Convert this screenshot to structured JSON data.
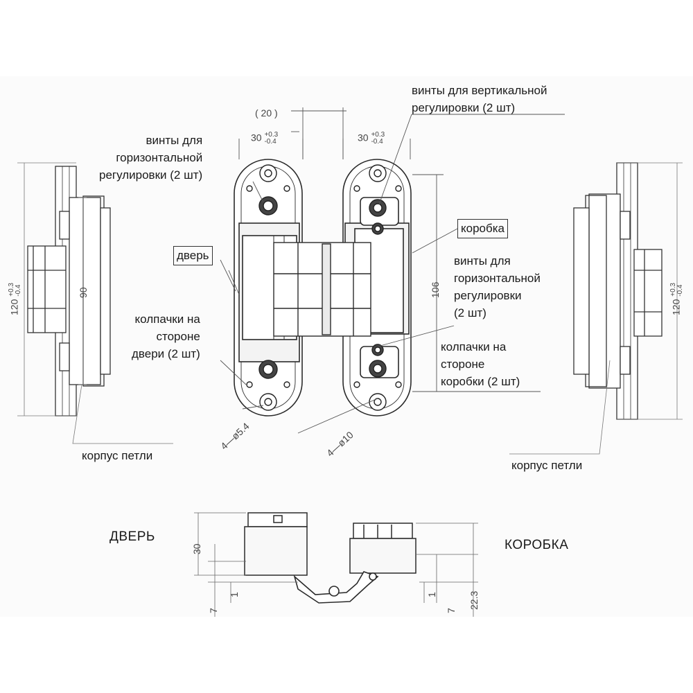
{
  "labels": {
    "vertical_screws": [
      "винты для вертикальной",
      "регулировки (2 шт)"
    ],
    "horizontal_screws_left": [
      "винты для",
      "горизонтальной",
      "регулировки (2 шт)"
    ],
    "door": "дверь",
    "frame": "коробка",
    "horizontal_screws_right": [
      "винты для",
      "горизонтальной",
      "регулировки",
      "(2 шт)"
    ],
    "caps_door": [
      "колпачки на",
      "стороне",
      "двери (2 шт)"
    ],
    "caps_frame": [
      "колпачки на",
      "стороне",
      "коробки (2 шт)"
    ],
    "housing_left": "корпус петли",
    "housing_right": "корпус петли",
    "door_caps": "ДВЕРЬ",
    "frame_caps": "КОРОБКА"
  },
  "dimensions": {
    "width_20": "( 20 )",
    "left_30": "30",
    "right_30": "30",
    "tol_plus": "+0.3",
    "tol_minus": "-0.4",
    "height_120_left": "120",
    "height_90": "90",
    "height_106": "106",
    "height_120_right": "120",
    "holes_small": "4—ø5.4",
    "holes_large": "4—ø10",
    "side_30": "30",
    "side_7_left": "7",
    "side_1_left": "1",
    "side_1_right": "1",
    "side_7_right": "7",
    "side_22_3": "22.3"
  },
  "colors": {
    "line": "#3a3a3a",
    "light_line": "#7a7a7a",
    "fill": "#f4f4f4",
    "dark": "#222222"
  }
}
